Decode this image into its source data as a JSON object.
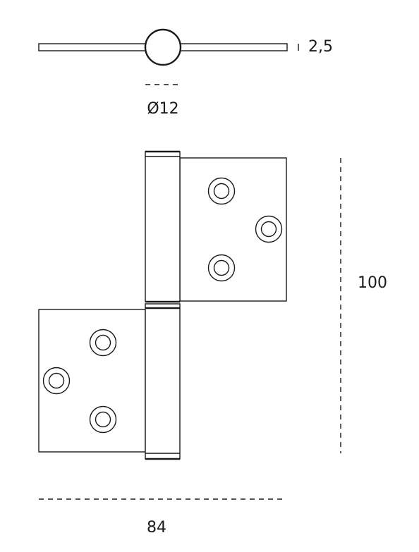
{
  "dimensions": {
    "thickness": "2,5",
    "pin_diameter": "Ø12",
    "height": "100",
    "width": "84"
  },
  "colors": {
    "stroke": "#1a1a1a",
    "background": "#ffffff"
  }
}
